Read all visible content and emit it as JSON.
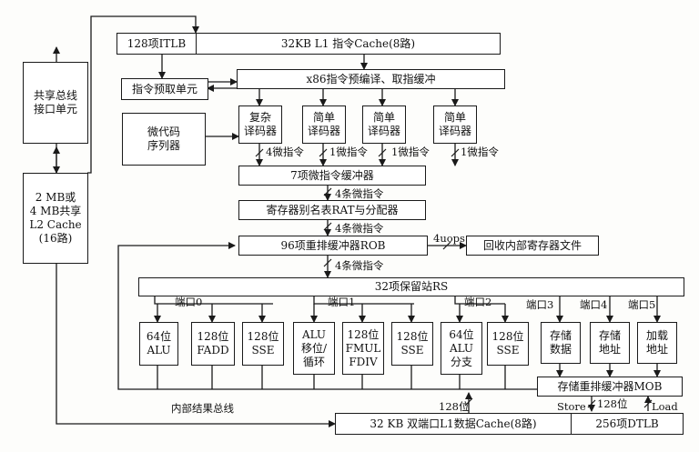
{
  "boxes": {
    "bus_interface": "共享总线\n接口单元",
    "l2_cache": "2 MB或\n4 MB共享\nL2 Cache\n(16路)",
    "itlb": "128项ITLB",
    "l1_icache": "32KB L1 指令Cache(8路)",
    "prefetch": "指令预取单元",
    "predecode": "x86指令预编译、取指缓冲",
    "microcode": "微代码\n序列器",
    "complex_decoder": "复杂\n译码器",
    "simple_decoder_1": "简单\n译码器",
    "simple_decoder_2": "简单\n译码器",
    "simple_decoder_3": "简单\n译码器",
    "uop_buffer": "7项微指令缓冲器",
    "rat": "寄存器别名表RAT与分配器",
    "rob": "96项重排缓冲器ROB",
    "retire": "回收内部寄存器文件",
    "rs": "32项保留站RS",
    "alu64": "64位\nALU",
    "fadd128": "128位\nFADD",
    "sse128_a": "128位\nSSE",
    "alu_shift": "ALU\n移位/\n循环",
    "fmul128": "128位\nFMUL\nFDIV",
    "sse128_b": "128位\nSSE",
    "alu_branch": "64位\nALU\n分支",
    "sse128_c": "128位\nSSE",
    "store_data": "存储\n数据",
    "store_addr": "存储\n地址",
    "load_addr": "加载\n地址",
    "mob": "存储重排缓冲器MOB",
    "l1_dcache": "32 KB 双端口L1数据Cache(8路)",
    "dtlb": "256项DTLB"
  },
  "labels": {
    "uops_4_decode": "4微指令",
    "uops_1_a": "1微指令",
    "uops_1_b": "1微指令",
    "uops_1_c": "1微指令",
    "uops_4_buffer": "4条微指令",
    "uops_4_rat": "4条微指令",
    "uops_4_rob": "4条微指令",
    "retire_uops": "4uops",
    "port0": "端口0",
    "port1": "端口1",
    "port2": "端口2",
    "port3": "端口3",
    "port4": "端口4",
    "port5": "端口5",
    "result_bus": "内部结果总线",
    "bits128_left": "128位",
    "bits128_right": "128位",
    "store": "Store",
    "load": "Load"
  }
}
